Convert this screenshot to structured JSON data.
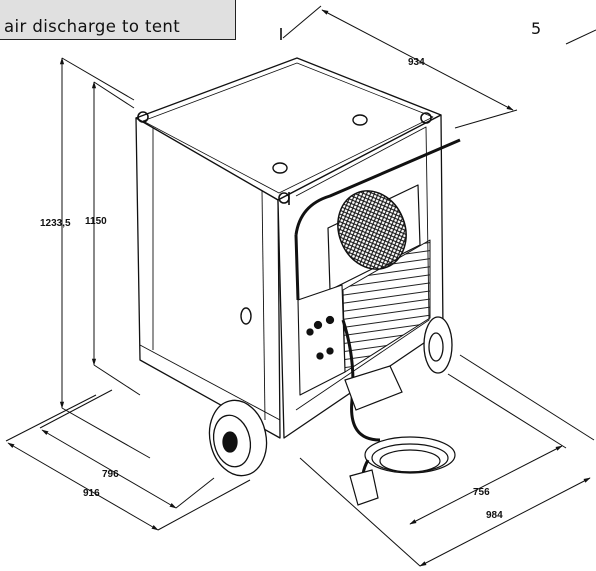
{
  "callout": {
    "text": "air discharge to tent"
  },
  "page_number": "5",
  "dimensions": {
    "height_total": "1233,5",
    "height_body": "1150",
    "width_top": "934",
    "depth_body": "796",
    "depth_total": "916",
    "width_body": "756",
    "width_total": "984"
  }
}
